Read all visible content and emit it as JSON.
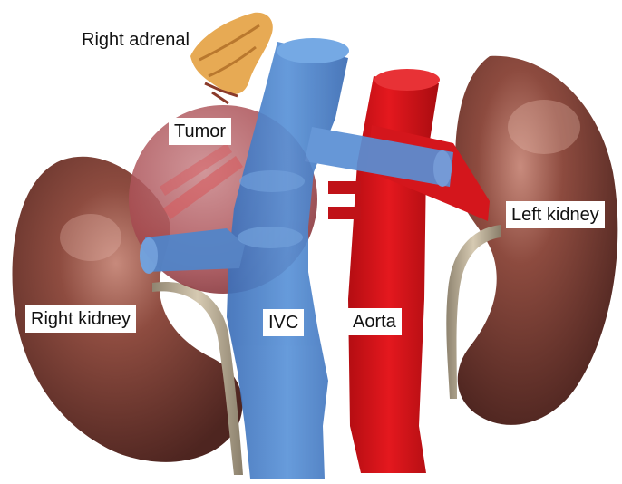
{
  "labels": {
    "right_adrenal": "Right adrenal",
    "tumor": "Tumor",
    "left_kidney": "Left kidney",
    "right_kidney": "Right kidney",
    "ivc": "IVC",
    "aorta": "Aorta"
  },
  "colors": {
    "kidney": "#8a4a3e",
    "kidney_dark": "#5e2e26",
    "ureter": "#b8aa92",
    "ivc": "#4d82c9",
    "aorta": "#d9141a",
    "tumor": "#b45a5e",
    "adrenal": "#e0a24a"
  }
}
